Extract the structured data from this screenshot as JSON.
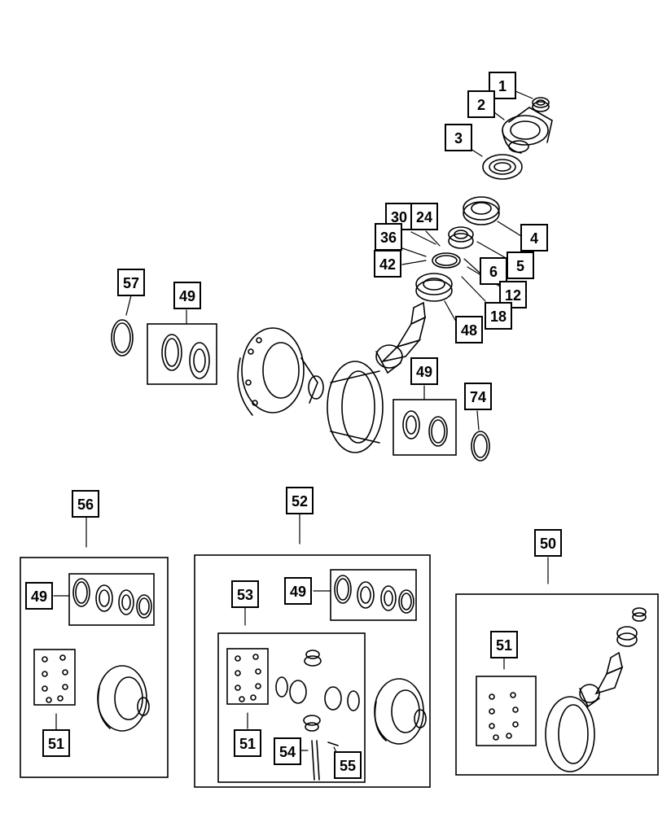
{
  "callouts": {
    "c1": "1",
    "c2": "2",
    "c3": "3",
    "c4": "4",
    "c5": "5",
    "c6": "6",
    "c12": "12",
    "c18": "18",
    "c24": "24",
    "c30": "30",
    "c36": "36",
    "c42": "42",
    "c48": "48",
    "c49a": "49",
    "c49b": "49",
    "c49c": "49",
    "c49d": "49",
    "c50": "50",
    "c51a": "51",
    "c51b": "51",
    "c51c": "51",
    "c52": "52",
    "c53": "53",
    "c54": "54",
    "c55": "55",
    "c56": "56",
    "c57": "57",
    "c74": "74"
  }
}
